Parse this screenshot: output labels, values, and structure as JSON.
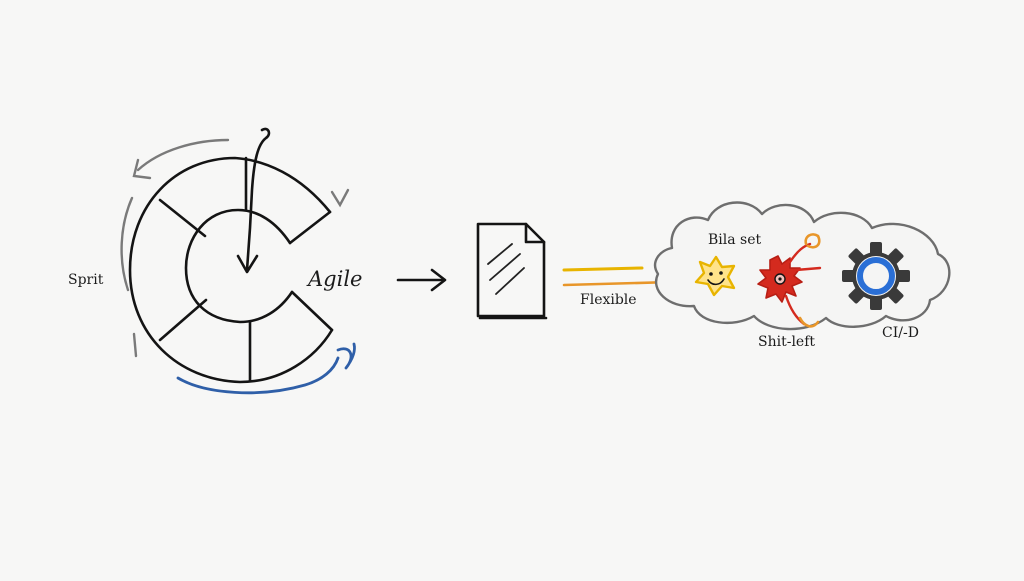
{
  "labels": {
    "sprint": "Sprit",
    "agile": "Agile",
    "flexible": "Flexible",
    "bila_set": "Bila set",
    "shift_left": "Shit-left",
    "ci_cd": "CI/-D"
  },
  "colors": {
    "ink": "#141414",
    "gray_arrow": "#7a7a7a",
    "blue_arrow": "#2f5fa8",
    "yellow": "#e8b400",
    "orange": "#e8962a",
    "red": "#d42a1e",
    "gear_blue": "#2a6fd6"
  },
  "icons": [
    "cycle-ring-icon",
    "document-icon",
    "smiley-star-icon",
    "bug-icon",
    "gear-icon"
  ]
}
